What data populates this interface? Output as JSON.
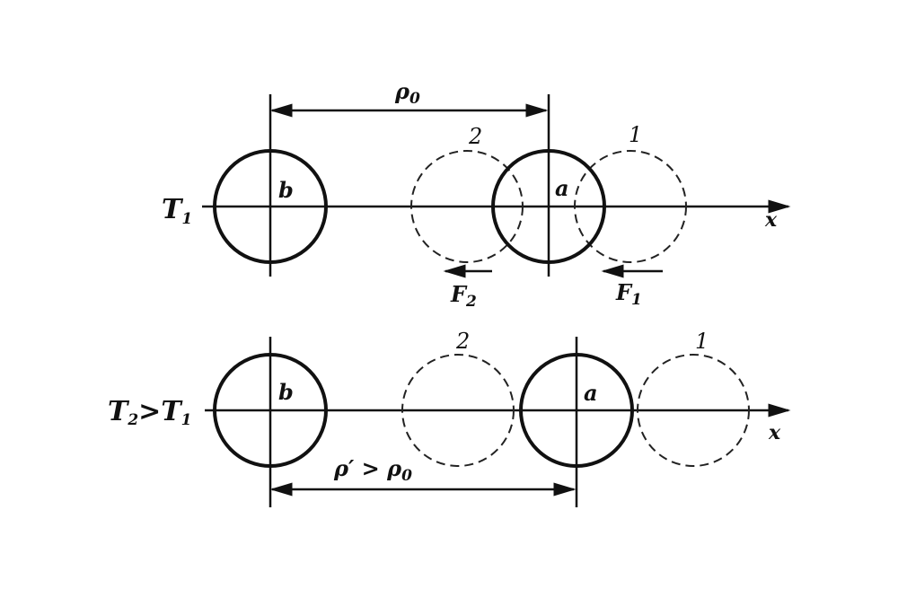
{
  "top": {
    "temperature": "T",
    "temperature_sub": "1",
    "atom_b": "b",
    "atom_a": "a",
    "distance": "ρ",
    "distance_sub": "0",
    "position_2": "2",
    "position_1": "1",
    "force_2": "F",
    "force_2_sub": "2",
    "force_1": "F",
    "force_1_sub": "1",
    "axis": "x"
  },
  "bottom": {
    "temperature_left": "T",
    "temperature_left_sub": "2",
    "comparison": ">",
    "temperature_right": "T",
    "temperature_right_sub": "1",
    "atom_b": "b",
    "atom_a": "a",
    "position_2": "2",
    "position_1": "1",
    "distance": "ρ′ > ρ",
    "distance_sub": "0",
    "axis": "x"
  }
}
